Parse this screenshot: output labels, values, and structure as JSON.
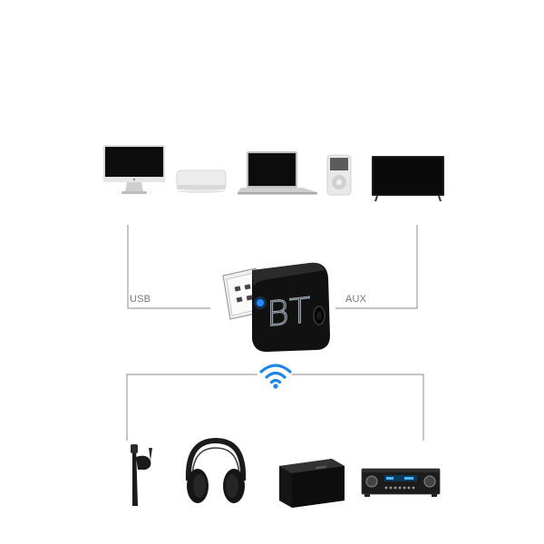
{
  "labels": {
    "usb": "USB",
    "aux": "AUX",
    "bt_text": "BT"
  },
  "source_devices": [
    {
      "name": "desktop-monitor"
    },
    {
      "name": "tv-box"
    },
    {
      "name": "laptop"
    },
    {
      "name": "mp3-player"
    },
    {
      "name": "flat-tv"
    }
  ],
  "receiver_devices": [
    {
      "name": "bluetooth-earpiece"
    },
    {
      "name": "over-ear-headphones"
    },
    {
      "name": "bluetooth-speaker"
    },
    {
      "name": "stereo-amplifier"
    }
  ],
  "central_device": {
    "name": "bluetooth-usb-adapter",
    "led_color": "#1f8fff"
  },
  "icons": {
    "wireless": "wifi-icon"
  },
  "colors": {
    "connector_line": "#9a9a9a",
    "wifi": "#1f86e8",
    "device_body": "#111111"
  }
}
